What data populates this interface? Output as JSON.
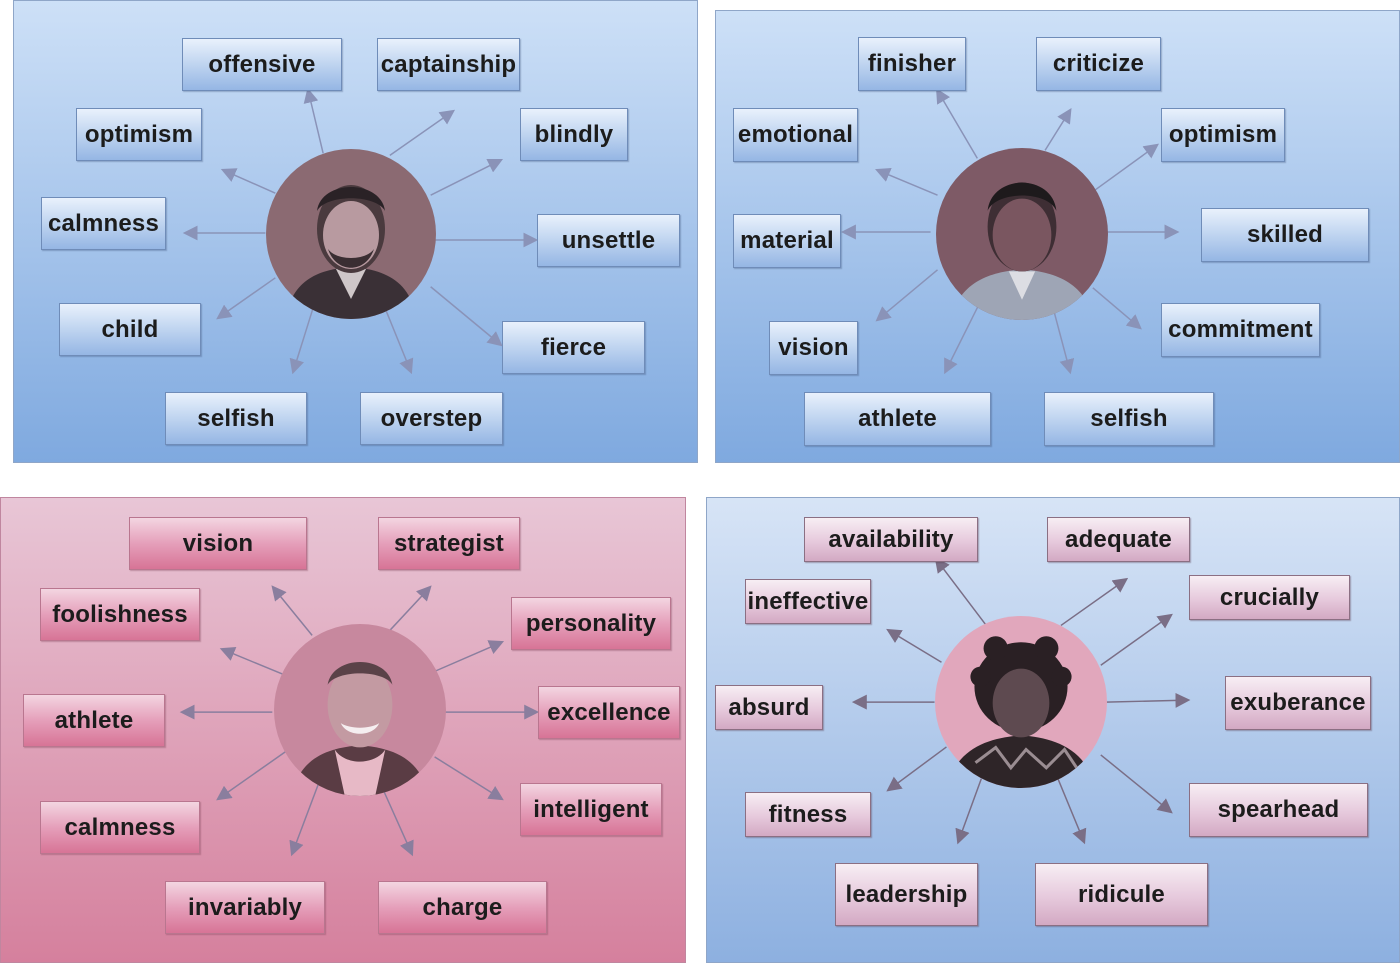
{
  "panels": [
    {
      "photo_subject": "man-portrait",
      "keywords": [
        "offensive",
        "captainship",
        "optimism",
        "blindly",
        "calmness",
        "unsettle",
        "child",
        "fierce",
        "selfish",
        "overstep"
      ]
    },
    {
      "photo_subject": "man-portrait",
      "keywords": [
        "finisher",
        "criticize",
        "emotional",
        "optimism",
        "material",
        "skilled",
        "vision",
        "commitment",
        "athlete",
        "selfish"
      ]
    },
    {
      "photo_subject": "man-portrait-smiling",
      "keywords": [
        "vision",
        "strategist",
        "foolishness",
        "personality",
        "athlete",
        "excellence",
        "calmness",
        "intelligent",
        "invariably",
        "charge"
      ]
    },
    {
      "photo_subject": "man-portrait-curly-hair",
      "keywords": [
        "availability",
        "adequate",
        "ineffective",
        "crucially",
        "absurd",
        "exuberance",
        "fitness",
        "spearhead",
        "leadership",
        "ridicule"
      ]
    }
  ],
  "colors": {
    "panel_blue": "#7fa9df",
    "panel_pink": "#d5809d",
    "arrow": "#8a93b8"
  }
}
